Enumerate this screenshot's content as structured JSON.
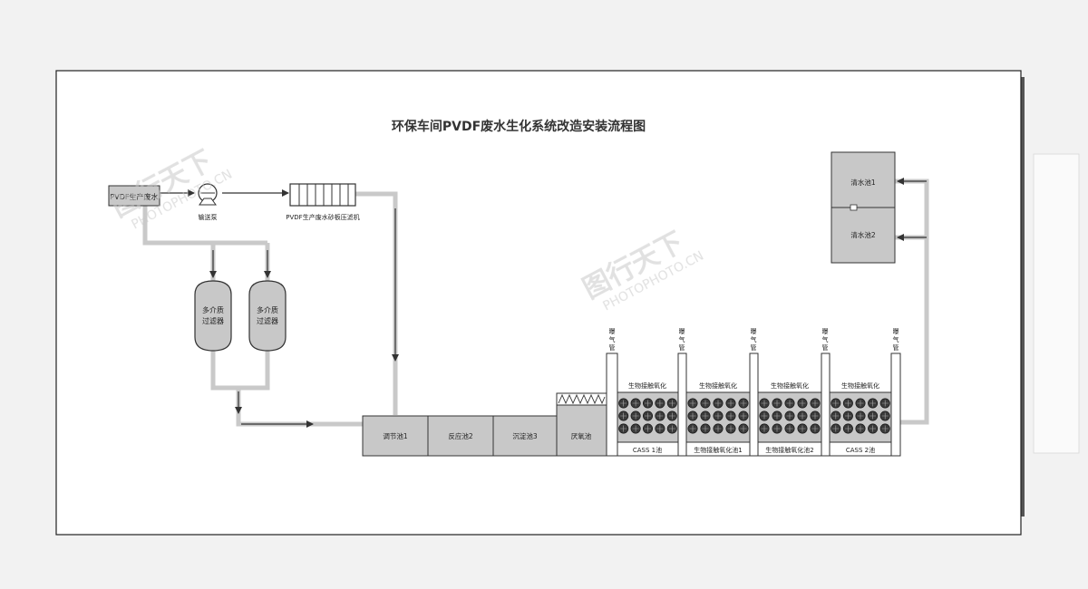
{
  "title": "环保车间PVDF废水生化系统改造安装流程图",
  "colors": {
    "page": "#ffffff",
    "tank_fill": "#c8c8c8",
    "pipe": "#c9c9c9",
    "stroke": "#333333",
    "bubble": "#3a3a3a"
  },
  "labels": {
    "source": "PVDF生产废水",
    "pump": "输送泵",
    "filter_press": "PVDF生产废水砂板压滤机",
    "filter_a": [
      "多介质",
      "过滤器"
    ],
    "filter_b": [
      "多介质",
      "过滤器"
    ],
    "clear_tank_1": "清水池1",
    "clear_tank_2": "清水池2",
    "aeration_pipe": [
      "曝",
      "气",
      "管"
    ]
  },
  "pools": [
    {
      "label": "调节池1"
    },
    {
      "label": "反应池2"
    },
    {
      "label": "沉淀池3"
    },
    {
      "label": "厌氧池"
    }
  ],
  "bio_tanks": [
    {
      "top_label": "生物接触氧化",
      "bottom_label": "CASS 1池"
    },
    {
      "top_label": "生物接触氧化",
      "bottom_label": "生物接触氧化池1"
    },
    {
      "top_label": "生物接触氧化",
      "bottom_label": "生物接触氧化池2"
    },
    {
      "top_label": "生物接触氧化",
      "bottom_label": "CASS 2池"
    }
  ],
  "watermark": {
    "brand": "图行天下",
    "site": "PHOTOPHOTO.CN"
  }
}
